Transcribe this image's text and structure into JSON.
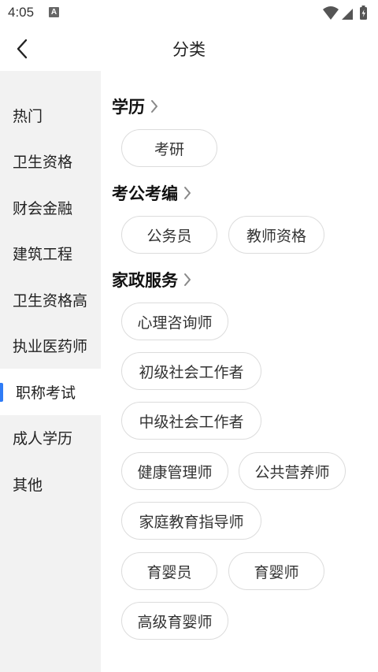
{
  "status_bar": {
    "time": "4:05",
    "notification_icon": "a-icon"
  },
  "header": {
    "title": "分类"
  },
  "sidebar": {
    "items": [
      {
        "label": "热门",
        "active": false
      },
      {
        "label": "卫生资格",
        "active": false
      },
      {
        "label": "财会金融",
        "active": false
      },
      {
        "label": "建筑工程",
        "active": false
      },
      {
        "label": "卫生资格高",
        "active": false
      },
      {
        "label": "执业医药师",
        "active": false
      },
      {
        "label": "职称考试",
        "active": true
      },
      {
        "label": "成人学历",
        "active": false
      },
      {
        "label": "其他",
        "active": false
      }
    ],
    "active_color": "#2f7cf6"
  },
  "sections": [
    {
      "title": "学历",
      "chips": [
        "考研"
      ]
    },
    {
      "title": "考公考编",
      "chips": [
        "公务员",
        "教师资格"
      ]
    },
    {
      "title": "家政服务",
      "chips": [
        "心理咨询师",
        "初级社会工作者",
        "中级社会工作者",
        "健康管理师",
        "公共营养师",
        "家庭教育指导师",
        "育婴员",
        "育婴师",
        "高级育婴师"
      ]
    }
  ]
}
